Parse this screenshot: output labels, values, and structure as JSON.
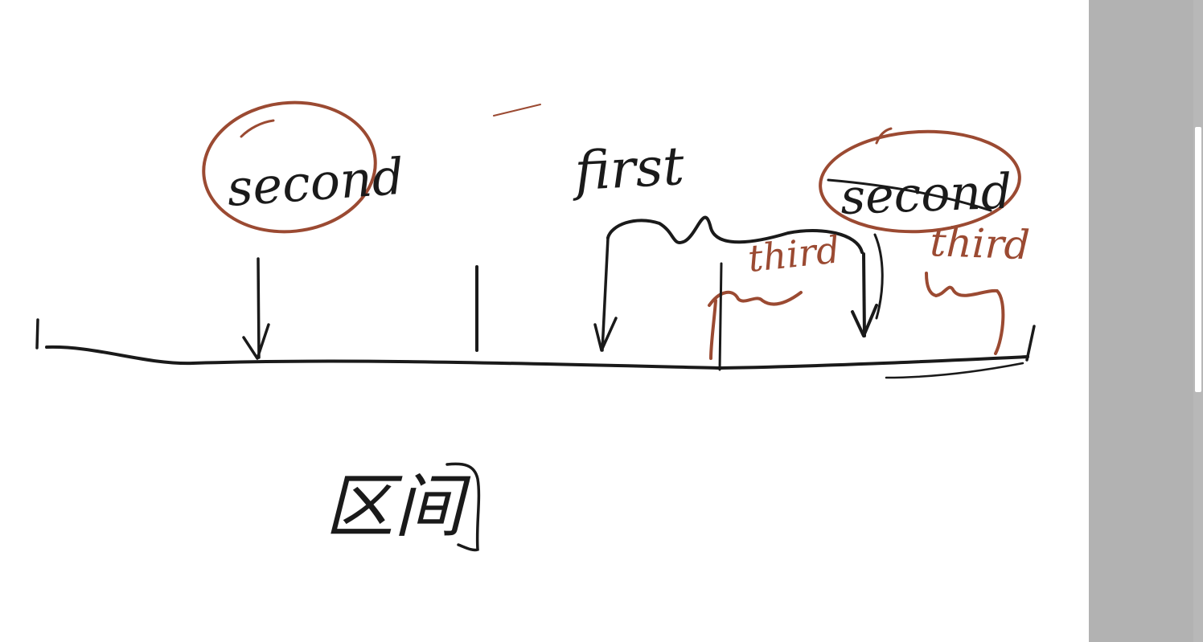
{
  "colors": {
    "ink_black": "#1a1a1a",
    "ink_red": "#9b4a32",
    "panel_gray": "#b2b2b2",
    "canvas": "#ffffff"
  },
  "labels": {
    "second_left": "second",
    "first": "first",
    "second_right": "second",
    "third_middle": "third",
    "third_right": "third",
    "bottom_note": "区间"
  }
}
